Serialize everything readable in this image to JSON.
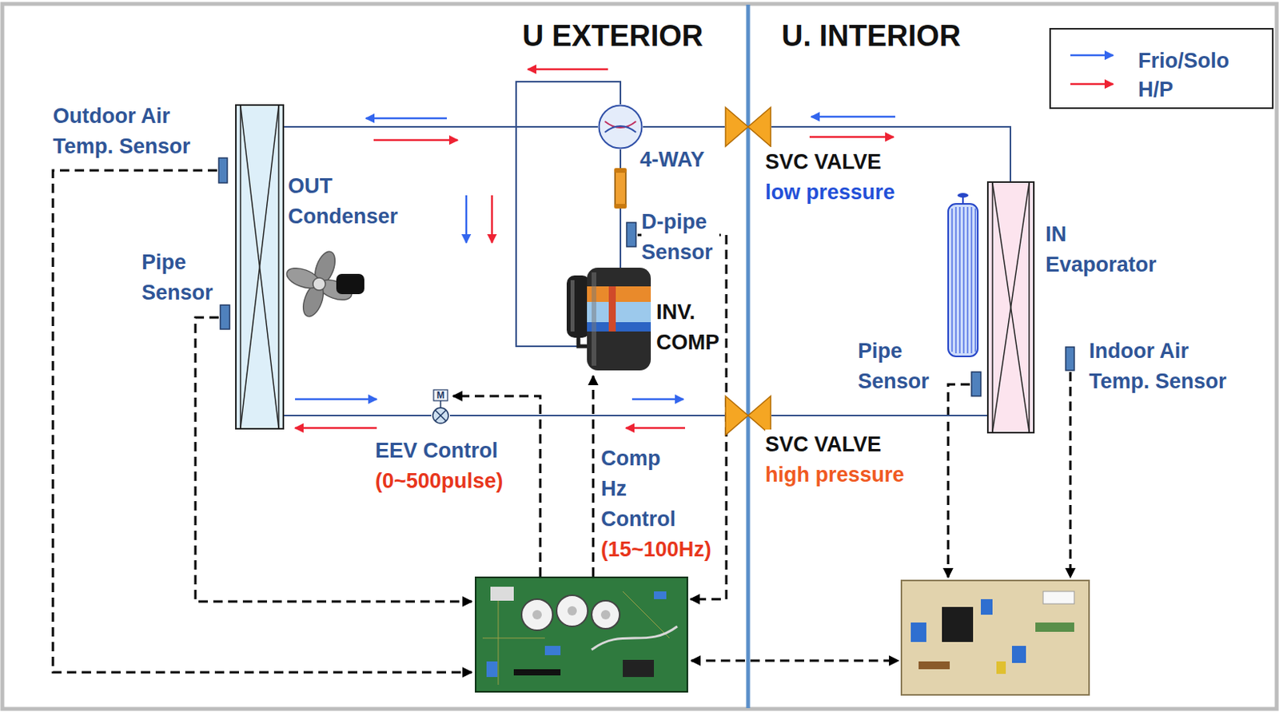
{
  "diagram": {
    "nodes": [
      {
        "text": [
          "Outdoor Air Temp. Sensor"
        ]
      },
      {
        "text": [
          "OUT Condenser"
        ]
      },
      {
        "text": [
          "Pipe Sensor"
        ]
      },
      {
        "text": [
          "4-WAY"
        ]
      },
      {
        "text": [
          "D-pipe Sensor"
        ]
      },
      {
        "text": [
          "INV. COMP"
        ]
      },
      {
        "text": [
          "EEV Control",
          "(0~500pulse)"
        ]
      },
      {
        "text": [
          "SVC VALVE",
          "low pressure"
        ]
      },
      {
        "text": [
          "SVC VALVE",
          "high pressure"
        ]
      },
      {
        "text": [
          "IN Evaporator"
        ]
      },
      {
        "text": [
          "Pipe Sensor"
        ]
      },
      {
        "text": [
          "Indoor Air Temp. Sensor"
        ]
      }
    ],
    "edges": [
      {
        "from": 1,
        "to": 3,
        "arrow": "none"
      },
      {
        "from": 3,
        "to": 7,
        "arrow": "none"
      },
      {
        "from": 7,
        "to": 9,
        "arrow": "none"
      },
      {
        "from": 5,
        "to": 3,
        "arrow": "none"
      },
      {
        "from": 3,
        "to": 5,
        "arrow": "none"
      },
      {
        "from": 1,
        "to": 6,
        "arrow": "none"
      },
      {
        "from": 6,
        "to": 8,
        "arrow": "none"
      },
      {
        "from": 8,
        "to": 9,
        "arrow": "none"
      }
    ],
    "labels": [
      "U EXTERIOR",
      "U. INTERIOR",
      "Comp Hz Control",
      "(15~100Hz)",
      "M"
    ],
    "legend": [
      {
        "text": "Frio/Solo"
      },
      {
        "text": "H/P"
      }
    ]
  }
}
